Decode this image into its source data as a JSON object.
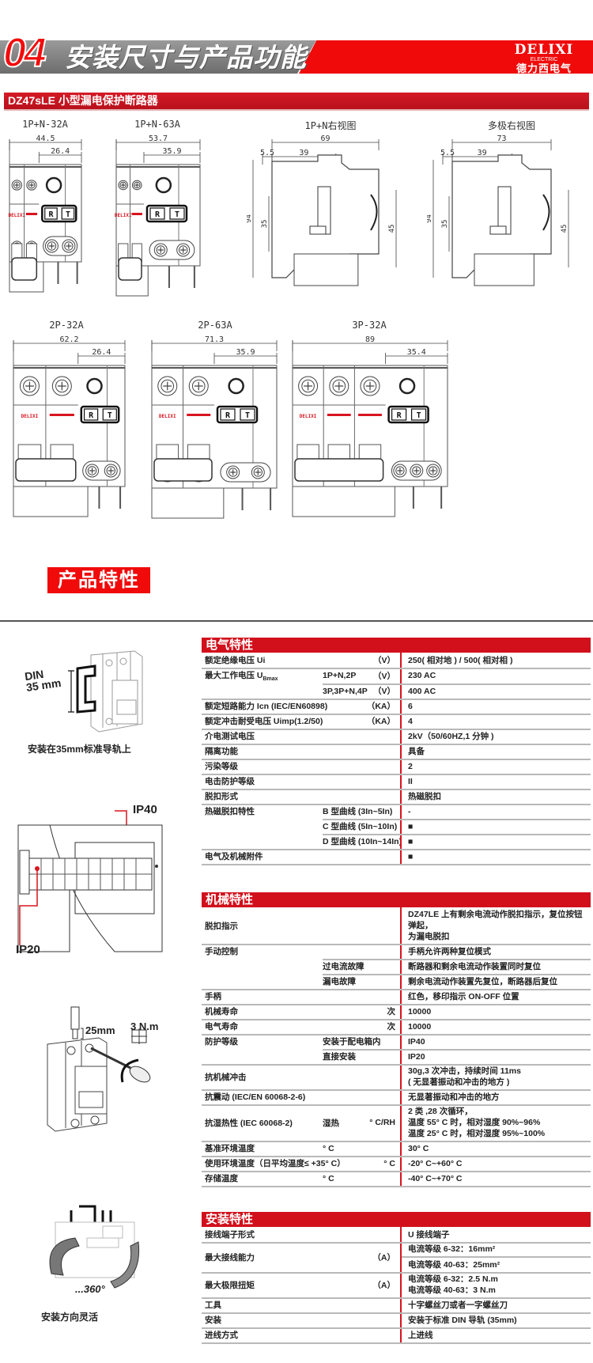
{
  "header": {
    "number": "04",
    "title": "安装尺寸与产品功能",
    "logo": {
      "brand": "DELIXI",
      "sub": "ELECTRIC",
      "cn": "德力西电气"
    }
  },
  "product_bar": "DZ47sLE 小型漏电保护断路器",
  "drawings": {
    "d1": {
      "title": "1P+N-32A",
      "total": "44.5",
      "rcd": "26.4"
    },
    "d2": {
      "title": "1P+N-63A",
      "total": "53.7",
      "rcd": "35.9"
    },
    "d3": {
      "title": "1P+N右视图",
      "total": "69",
      "mid": "39",
      "offset": "5.5",
      "height": "94",
      "rail": "35",
      "right": "45"
    },
    "d4": {
      "title": "多极右视图",
      "total": "73",
      "mid": "39",
      "offset": "5.5",
      "height": "94",
      "rail": "35",
      "right": "45"
    },
    "d5": {
      "title": "2P-32A",
      "total": "62.2",
      "rcd": "26.4"
    },
    "d6": {
      "title": "2P-63A",
      "total": "71.3",
      "rcd": "35.9"
    },
    "d7": {
      "title": "3P-32A",
      "total": "89",
      "rcd": "35.4"
    },
    "rcd_buttons": [
      "R",
      "T"
    ]
  },
  "features_title": "产品特性",
  "illustrations": {
    "din_label": [
      "DIN",
      "35 mm"
    ],
    "din_caption": "安装在35mm标准导轨上",
    "ip40": "IP40",
    "ip20": "IP20",
    "wire_len": "25mm",
    "torque": "3 N.m",
    "rotate": "...360°",
    "rotate_caption": "安装方向灵活"
  },
  "electrical": {
    "title": "电气特性",
    "rows": [
      {
        "label": "额定绝缘电压 Ui",
        "unit": "（V）",
        "value": [
          "250( 相对地 ) / 500( 相对相 )"
        ]
      },
      {
        "label": "最大工作电压 U",
        "label_sub": "Bmax",
        "sub": "1P+N,2P",
        "unit": "（V）",
        "value": [
          "230 AC"
        ]
      },
      {
        "cont": true,
        "sub": "3P,3P+N,4P",
        "unit": "（V）",
        "value": [
          "400 AC"
        ]
      },
      {
        "label": "额定短路能力 Icn (IEC/EN60898)",
        "unit": "（KA）",
        "value": [
          "6"
        ]
      },
      {
        "label": "额定冲击耐受电压 Uimp(1.2/50)",
        "unit": "（KA）",
        "value": [
          "4"
        ]
      },
      {
        "label": "介电测试电压",
        "value": [
          "2kV（50/60HZ,1 分钟 )"
        ]
      },
      {
        "label": "隔离功能",
        "value": [
          "具备"
        ]
      },
      {
        "label": "污染等级",
        "value": [
          "2"
        ]
      },
      {
        "label": "电击防护等级",
        "value": [
          "II"
        ]
      },
      {
        "label": "脱扣形式",
        "value": [
          "热磁脱扣"
        ]
      },
      {
        "label": "热磁脱扣特性",
        "sub": "B 型曲线 (3In~5In)",
        "value": [
          "-"
        ]
      },
      {
        "cont": true,
        "sub": "C 型曲线 (5In~10In)",
        "value": [
          "■"
        ]
      },
      {
        "cont": true,
        "sub": "D 型曲线 (10In~14In)",
        "value": [
          "■"
        ]
      },
      {
        "label": "电气及机械附件",
        "value": [
          "■"
        ]
      }
    ]
  },
  "mechanical": {
    "title": "机械特性",
    "rows": [
      {
        "label": "脱扣指示",
        "value": [
          "DZ47LE 上有剩余电流动作脱扣指示，复位按钮弹起，",
          "为漏电脱扣"
        ]
      },
      {
        "label": "手动控制",
        "value": [
          "手柄允许两种复位模式"
        ]
      },
      {
        "cont": true,
        "sub": "过电流故障",
        "value": [
          "断路器和剩余电流动作装置同时复位"
        ]
      },
      {
        "cont": true,
        "sub": "漏电故障",
        "value": [
          "剩余电流动作装置先复位，断路器后复位"
        ]
      },
      {
        "label": "手柄",
        "value": [
          "红色，移印指示 ON-OFF 位置"
        ]
      },
      {
        "label": "机械寿命",
        "unit": "次",
        "value": [
          "10000"
        ]
      },
      {
        "label": "电气寿命",
        "unit": "次",
        "value": [
          "10000"
        ]
      },
      {
        "label": "防护等级",
        "sub": "安装于配电箱内",
        "value": [
          "IP40"
        ]
      },
      {
        "cont": true,
        "sub": "直接安装",
        "value": [
          "IP20"
        ]
      },
      {
        "label": "抗机械冲击",
        "value": [
          "30g,3 次冲击，持续时间 11ms",
          "( 无显著振动和冲击的地方 )"
        ]
      },
      {
        "label": "抗震动 (IEC/EN 60068-2-6)",
        "value": [
          "无显著振动和冲击的地方"
        ]
      },
      {
        "label": "抗湿热性 (IEC 60068-2)",
        "sub": "湿热",
        "unit": "° C/RH",
        "value": [
          "2 类 ,28 次循环，",
          "温度 55° C 时，相对湿度 90%~96%",
          "温度 25° C 时，相对湿度 95%~100%"
        ]
      },
      {
        "label": "基准环境温度",
        "sub": "° C",
        "value": [
          "30° C"
        ]
      },
      {
        "label": "使用环境温度（日平均温度≤ +35° C）",
        "unit": "° C",
        "value": [
          "-20° C~+60° C"
        ]
      },
      {
        "label": "存储温度",
        "sub": "° C",
        "value": [
          "-40° C~+70° C"
        ]
      }
    ]
  },
  "installation": {
    "title": "安装特性",
    "rows": [
      {
        "label": "接线端子形式",
        "value": [
          "U 接线端子"
        ]
      },
      {
        "label": "最大接线能力",
        "unit": "（A）",
        "split": true,
        "value": [
          "电流等级 6-32：16mm²",
          "电流等级 40-63：25mm²"
        ]
      },
      {
        "label": "最大极限扭矩",
        "unit": "（A）",
        "value": [
          "电流等级 6-32：2.5 N.m",
          "电流等级 40-63：3 N.m"
        ]
      },
      {
        "label": "工具",
        "value": [
          "十字螺丝刀或者一字螺丝刀"
        ]
      },
      {
        "label": "安装",
        "value": [
          "安装于标准 DIN 导轨 (35mm)"
        ]
      },
      {
        "label": "进线方式",
        "value": [
          "上进线"
        ]
      }
    ]
  }
}
